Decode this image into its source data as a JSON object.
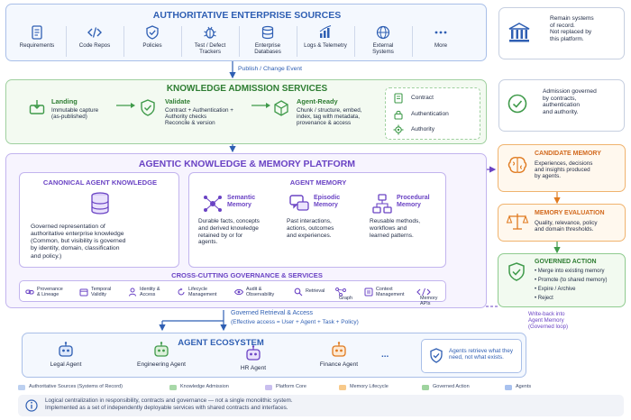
{
  "sources": {
    "title": "AUTHORITATIVE ENTERPRISE SOURCES",
    "items": [
      {
        "label": "Requirements",
        "icon": "document-icon"
      },
      {
        "label": "Code Repos",
        "icon": "code-icon"
      },
      {
        "label": "Policies",
        "icon": "shield-check-icon"
      },
      {
        "label": "Test / Defect\nTrackers",
        "icon": "bug-icon"
      },
      {
        "label": "Enterprise\nDatabases",
        "icon": "database-icon"
      },
      {
        "label": "Logs & Telemetry",
        "icon": "bar-chart-icon"
      },
      {
        "label": "External\nSystems",
        "icon": "globe-icon"
      },
      {
        "label": "More",
        "icon": "more-icon"
      }
    ],
    "note": "Remain systems\nof record.\nNot replaced by\nthis platform."
  },
  "publish_label": "Publish / Change Event",
  "admission": {
    "title": "KNOWLEDGE ADMISSION SERVICES",
    "steps": [
      {
        "title": "Landing",
        "desc": "Immutable capture\n(as-published)"
      },
      {
        "title": "Validate",
        "desc": "Contract + Authentication +\nAuthority checks\nReconcile & version"
      },
      {
        "title": "Agent-Ready",
        "desc": "Chunk / structure, embed,\nindex, tag with metadata,\nprovenance & access"
      }
    ],
    "checks": [
      "Contract",
      "Authentication",
      "Authority"
    ],
    "note": "Admission governed\nby contracts,\nauthentication\nand authority."
  },
  "platform": {
    "title": "AGENTIC KNOWLEDGE & MEMORY PLATFORM",
    "canonical": {
      "title": "CANONICAL AGENT KNOWLEDGE",
      "desc": "Governed representation of\nauthoritative enterprise knowledge\n(Common, but visibility is governed\nby identity, domain, classification\nand policy.)"
    },
    "memory": {
      "title": "AGENT MEMORY",
      "types": [
        {
          "title": "Semantic\nMemory",
          "desc": "Durable facts, concepts\nand derived knowledge\nretained by or for\nagents."
        },
        {
          "title": "Episodic\nMemory",
          "desc": "Past interactions,\nactions, outcomes\nand experiences."
        },
        {
          "title": "Procedural\nMemory",
          "desc": "Reusable methods,\nworkflows and\nlearned patterns."
        }
      ]
    },
    "governance": {
      "title": "CROSS-CUTTING GOVERNANCE & SERVICES",
      "items": [
        {
          "label": "Provenance\n& Lineage",
          "icon": "link-icon"
        },
        {
          "label": "Temporal\nValidity",
          "icon": "calendar-icon"
        },
        {
          "label": "Identity &\nAccess",
          "icon": "person-icon"
        },
        {
          "label": "Lifecycle\nManagement",
          "icon": "cycle-icon"
        },
        {
          "label": "Audit &\nObservability",
          "icon": "eye-icon"
        },
        {
          "label": "Retrieval",
          "icon": "search-icon"
        },
        {
          "label": "Graph",
          "icon": "graph-icon"
        },
        {
          "label": "Context\nManagement",
          "icon": "context-icon"
        },
        {
          "label": "Memory\nAPIs",
          "icon": "api-icon"
        }
      ]
    }
  },
  "lifecycle": {
    "candidate": {
      "title": "CANDIDATE MEMORY",
      "desc": "Experiences, decisions\nand insights produced\nby agents."
    },
    "evaluation": {
      "title": "MEMORY EVALUATION",
      "desc": "Quality, relevance, policy\nand domain thresholds."
    },
    "action": {
      "title": "GOVERNED ACTION",
      "items": [
        "Merge into existing memory",
        "Promote (to shared memory)",
        "Expire / Archive",
        "Reject"
      ]
    },
    "writeback": "Write-back into\nAgent Memory\n(Governed loop)"
  },
  "retrieval": {
    "title": "Governed Retrieval & Access",
    "desc": "(Effective access = User + Agent + Task + Policy)"
  },
  "ecosystem": {
    "title": "AGENT ECOSYSTEM",
    "agents": [
      "Legal Agent",
      "Engineering Agent",
      "HR Agent",
      "Finance Agent"
    ],
    "more": "...",
    "note": "Agents retrieve what they\nneed, not what exists."
  },
  "legend": [
    {
      "label": "Authoritative Sources (Systems of Record)",
      "color": "#bcd0f0"
    },
    {
      "label": "Knowledge Admission",
      "color": "#a8d8a8"
    },
    {
      "label": "Platform Core",
      "color": "#c9bfef"
    },
    {
      "label": "Memory Lifecycle",
      "color": "#f7c98a"
    },
    {
      "label": "Governed Action",
      "color": "#9fd49f"
    },
    {
      "label": "Agents",
      "color": "#a9c2ef"
    }
  ],
  "footer": "Logical centralization in responsibility, contracts and governance — not a single monolithic system.\nImplemented as a set of independently deployable services with shared contracts and interfaces.",
  "colors": {
    "blue": "#2f5fb3",
    "green": "#3f9a4a",
    "purple": "#6a43c4",
    "orange": "#e07a1f",
    "navy": "#1f2a44"
  }
}
